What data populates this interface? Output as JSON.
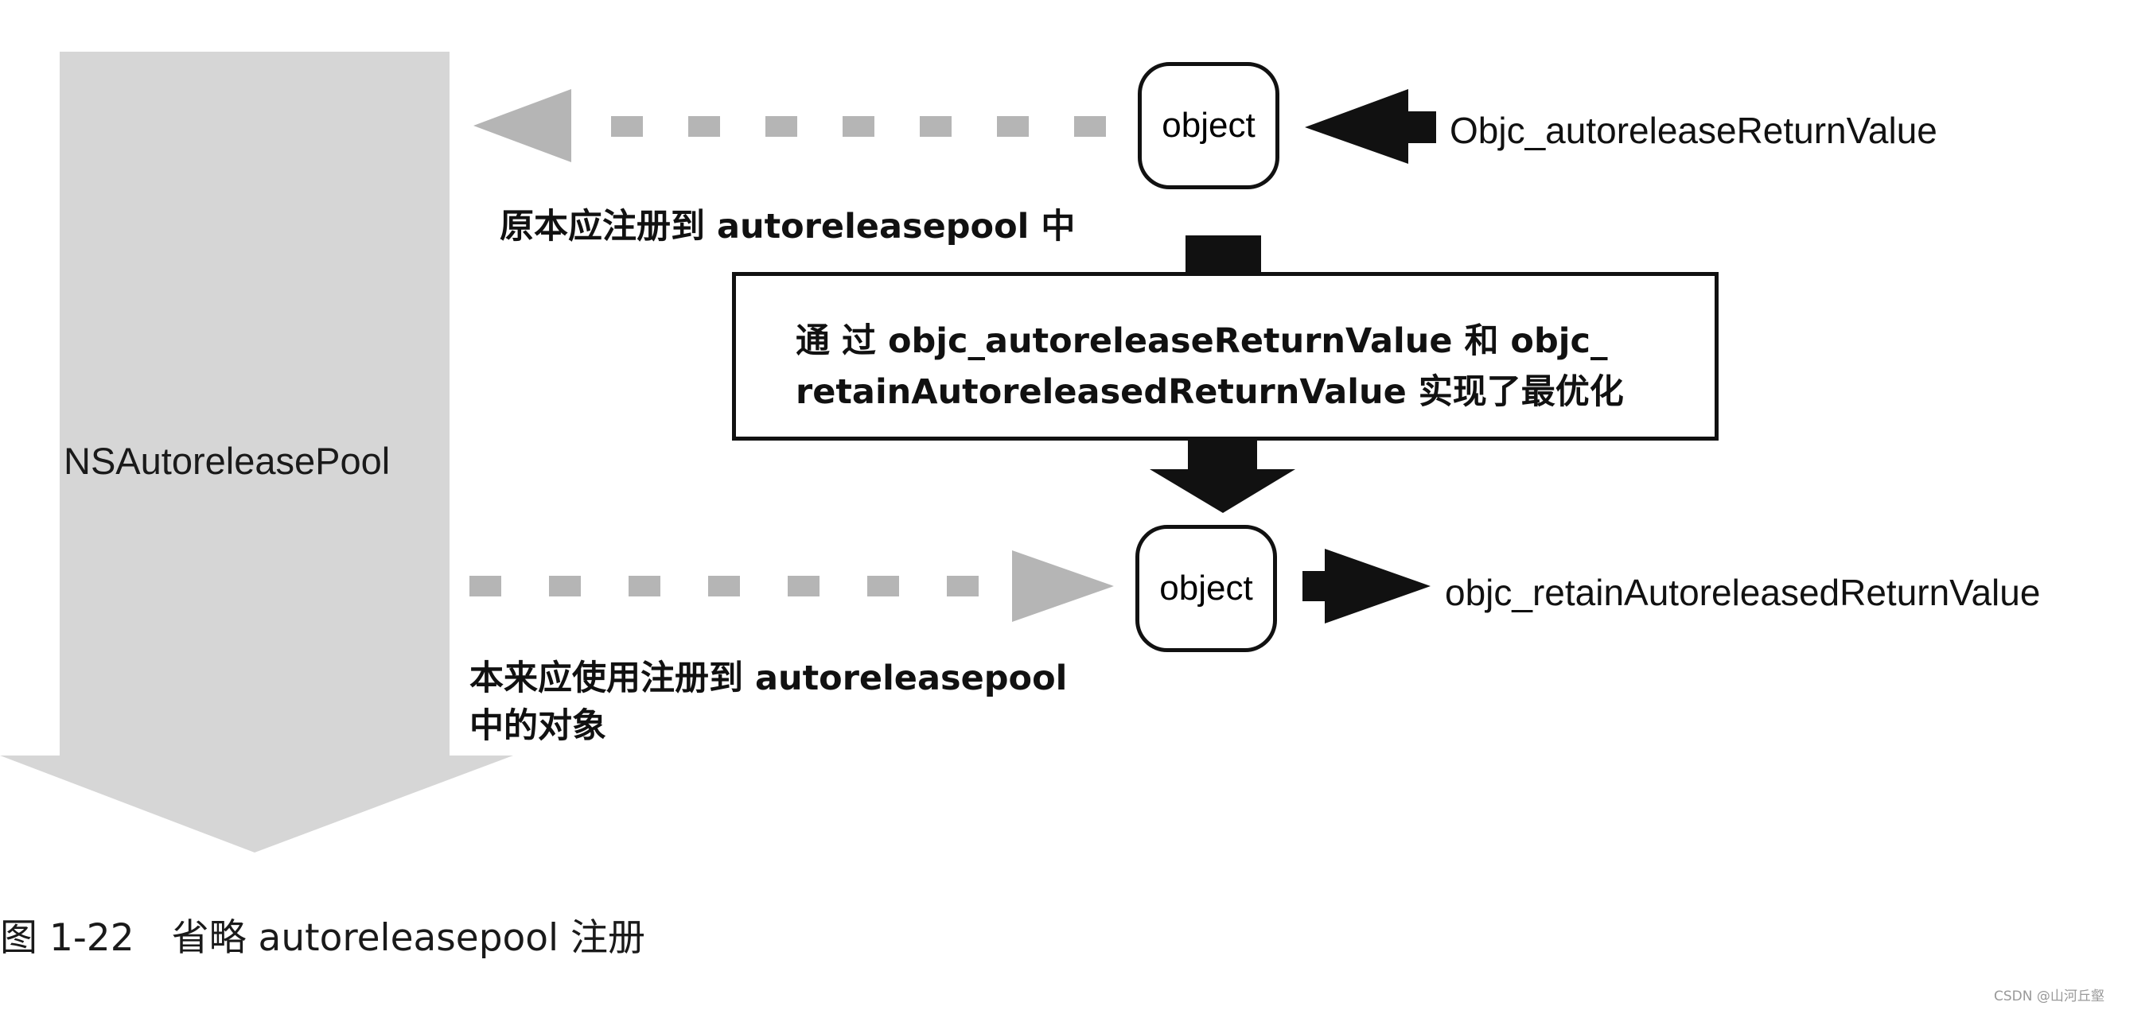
{
  "pool": {
    "label": "NSAutoreleasePool"
  },
  "top": {
    "object_label": "object",
    "function_label": "Objc_autoreleaseReturnValue",
    "note": "原本应注册到 autoreleasepool 中"
  },
  "middle": {
    "line1": "通 过 objc_autoreleaseReturnValue 和 objc_",
    "line2": "retainAutoreleasedReturnValue 实现了最优化"
  },
  "bottom": {
    "object_label": "object",
    "function_label": "objc_retainAutoreleasedReturnValue",
    "note_line1": "本来应使用注册到 autoreleasepool",
    "note_line2": "中的对象"
  },
  "caption": "图 1-22　省略 autoreleasepool 注册",
  "watermark": "CSDN @山河丘壑",
  "colors": {
    "grey": "#d2d2d2",
    "dash_grey": "#b4b4b4",
    "black": "#111111"
  }
}
